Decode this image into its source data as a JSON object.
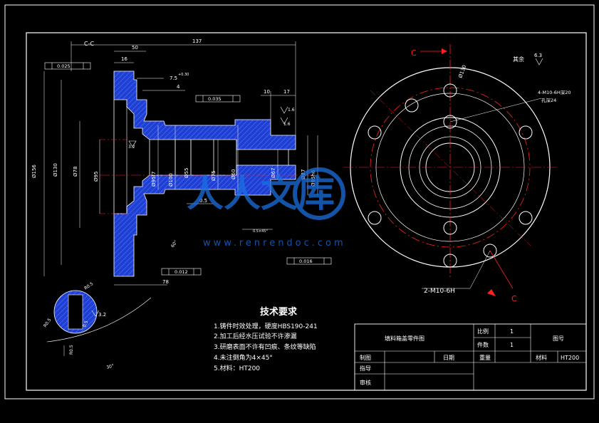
{
  "section_label": "C-C",
  "cut_marks": {
    "top": "C",
    "bottom": "C"
  },
  "dimensions": {
    "total_length": "137",
    "flange_len": "50",
    "d16": "16",
    "d7_5": "7.5",
    "d7_5_tol": "+0.30",
    "d4": "4",
    "d10": "10",
    "d17": "17",
    "d78": "78",
    "d0_5": "0.5",
    "dia156": "Ø156",
    "dia130": "Ø130",
    "dia78": "Ø78",
    "dia95": "Ø95",
    "dia95f": "Ø95f7",
    "dia100": "Ø100",
    "dia55": "Ø55",
    "dia75": "Ø75",
    "dia60": "Ø60",
    "dia67": "Ø67",
    "dia87": "Ø87",
    "dia95h": "Ø95h6",
    "bolt_dia": "Ø130",
    "hole_note": "4-M10-6H深20",
    "hole_note2": "孔深24",
    "thread": "2-M10-6H",
    "flat_tol": "0.025",
    "perp_tol": "0.035",
    "runout1": "0.012",
    "runout2": "0.016",
    "rough1": "1.6",
    "rough2": "1.6",
    "rough3": "3.2",
    "rough_rest": "其余",
    "rough_rest_val": "6.3",
    "detail_a": "R0.5",
    "detail_b": "R0.5",
    "detail_c": "0.5",
    "detail_d": "R0.5",
    "detail_angle": "30°",
    "detail_e": "3.2",
    "cham": "0.5×45°",
    "angle60": "60°"
  },
  "notes": {
    "title": "技术要求",
    "items": [
      "1.铸件时效处理，硬度HBS190-241",
      "2.加工后经水压试验不许渗漏",
      "3.研磨表面不许有凹痕、条纹等缺陷",
      "4.未注倒角为4×45°",
      "5.材料：HT200"
    ]
  },
  "title_block": {
    "part_name": "填料箱盖零件图",
    "scale_label": "比例",
    "scale_value": "1",
    "qty_label": "件数",
    "qty_value": "1",
    "drawing_no_label": "图号",
    "drawn_label": "制图",
    "date_label": "日期",
    "weight_label": "重量",
    "material_label": "材料",
    "material_value": "HT200",
    "guide_label": "指导",
    "review_label": "审核"
  },
  "watermark": {
    "text": "人人文库",
    "url": "www.renrendoc.com"
  }
}
